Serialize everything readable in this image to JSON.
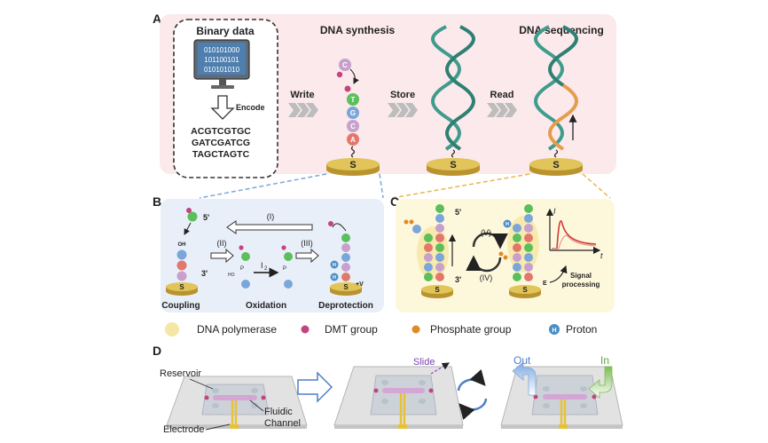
{
  "panels": {
    "a": "A",
    "b": "B",
    "c": "C",
    "d": "D"
  },
  "panel_a": {
    "binary_title": "Binary data",
    "binary_rows": [
      "010101000",
      "101100101",
      "010101010"
    ],
    "encode": "Encode",
    "sequences": [
      "ACGTCGTGC",
      "GATCGATCG",
      "TAGCTAGTC"
    ],
    "synthesis_title": "DNA synthesis",
    "sequencing_title": "DNA sequencing",
    "write": "Write",
    "store": "Store",
    "read": "Read",
    "chain_bases": [
      "C",
      "T",
      "G",
      "C",
      "A"
    ],
    "substrate_letter": "S"
  },
  "panel_b": {
    "five_prime": "5'",
    "three_prime": "3'",
    "oh": "OH",
    "step1": "(I)",
    "step2": "(II)",
    "step3": "(III)",
    "reagent": "I",
    "reagent_sub": "2",
    "ho": "HO",
    "plus_v": "+V",
    "coupling": "Coupling",
    "oxidation": "Oxidation",
    "deprotection": "Deprotection",
    "h": "H",
    "p": "P"
  },
  "panel_c": {
    "five_prime": "5'",
    "three_prime": "3'",
    "step4": "(IV)",
    "step5": "(V)",
    "e": "E",
    "signal": "Signal processing",
    "axis_i": "I",
    "axis_t": "t",
    "strand_bases": [
      "T",
      "G",
      "C",
      "A",
      "T",
      "G",
      "C",
      "A"
    ]
  },
  "legend": {
    "polymerase": "DNA polymerase",
    "dmt": "DMT group",
    "phosphate": "Phosphate group",
    "proton": "Proton"
  },
  "panel_d": {
    "reservoir": "Reservoir",
    "electrode": "Electrode",
    "fluidic": "Fluidic",
    "channel": "Channel",
    "slide": "Slide",
    "out": "Out",
    "in": "In"
  },
  "colors": {
    "panel_a_bg": "#fbe9ec",
    "panel_b_bg": "#e9eff9",
    "panel_c_bg": "#fdf8dc",
    "gold": "#d9b84a",
    "base_T": "#5bbf5b",
    "base_G": "#7aa6d9",
    "base_C": "#c7a0cc",
    "base_A": "#e2786b",
    "helix": "#3f9c8c",
    "helix_orange": "#e59d4c",
    "dmt": "#c2457f",
    "phosphate": "#e08a26",
    "proton": "#4b8fc7"
  }
}
